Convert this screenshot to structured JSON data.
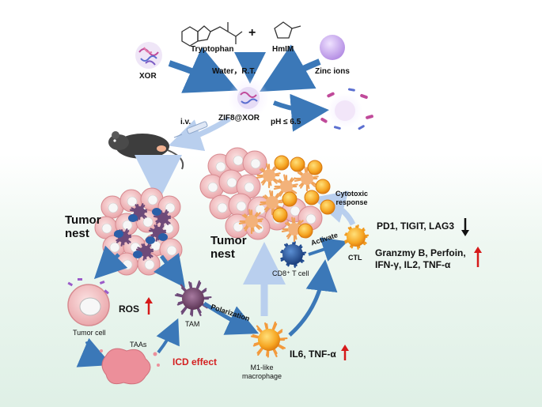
{
  "labels": {
    "tryptophan": "Tryptophan",
    "hmim": "HmIM",
    "plus": "+",
    "xor": "XOR",
    "zinc": "Zinc ions",
    "water": "Water，R.T.",
    "zif8": "ZIF8@XOR",
    "iv": "i.v.",
    "ph": "pH ≤ 6.5",
    "tumor_nest_left": [
      "Tumor",
      "nest"
    ],
    "tumor_nest_right": [
      "Tumor",
      "nest"
    ],
    "cytotoxic": [
      "Cytotoxic",
      "response"
    ],
    "pd1": "PD1, TIGIT, LAG3",
    "granzyme": [
      "Granzmy B, Perfoin,",
      "IFN-γ, IL2, TNF-α"
    ],
    "activate": "Activate",
    "ctl": "CTL",
    "cd8": "CD8⁺ T cell",
    "ros": "ROS",
    "tumor_cell": "Tumor cell",
    "taas": "TAAs",
    "tam": "TAM",
    "polarization": "Polarization",
    "icd": "ICD effect",
    "il6": "IL6, TNF-α",
    "m1": [
      "M1-like",
      "macrophage"
    ]
  },
  "colors": {
    "arrow_blue": "#3b78b8",
    "arrow_light": "#b9cfee",
    "tumor_pink": "#f3c2c4",
    "nucleus_blue": "#2a5fa8",
    "tam_purple": "#7b4d74",
    "ctl_orange": "#f6a623",
    "icd_red": "#d42020",
    "up_red": "#d61a1a",
    "zinc_purple": "#c8a6ec"
  }
}
